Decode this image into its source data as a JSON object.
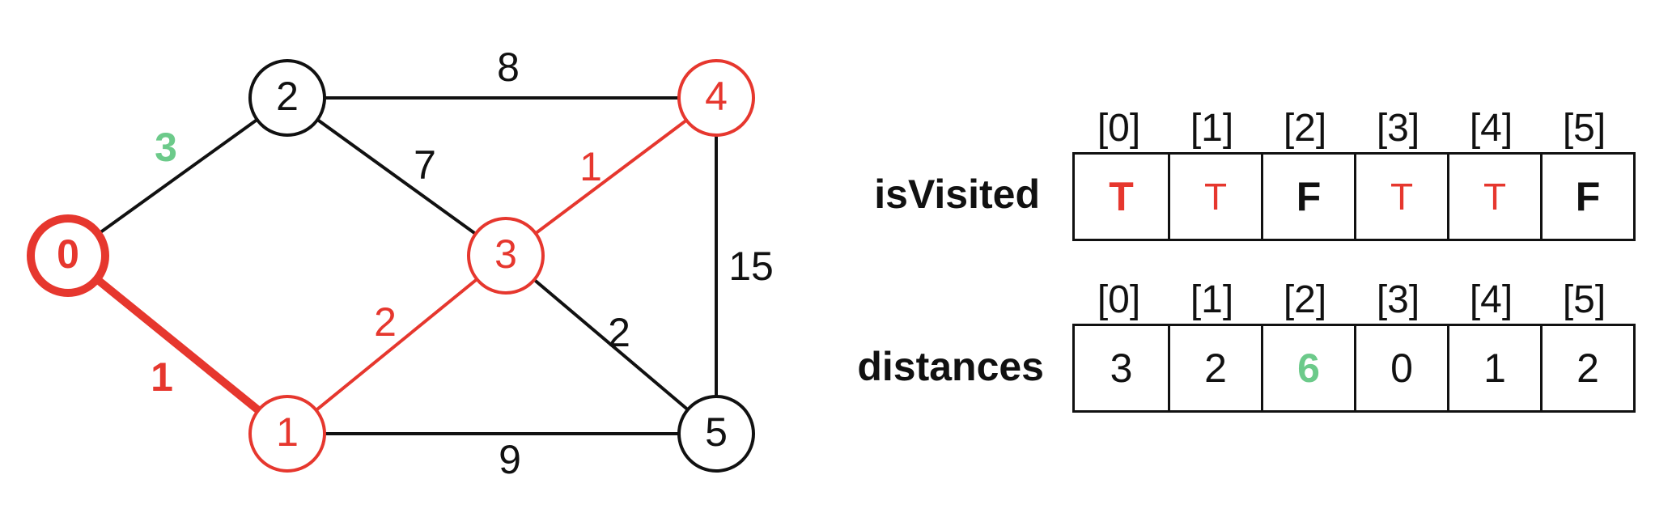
{
  "colors": {
    "visited": "#e6372e",
    "highlight": "#6cca8a",
    "default": "#111111"
  },
  "graph": {
    "nodes": [
      {
        "id": "0",
        "state": "source"
      },
      {
        "id": "1",
        "state": "visited"
      },
      {
        "id": "2",
        "state": "default"
      },
      {
        "id": "3",
        "state": "visited"
      },
      {
        "id": "4",
        "state": "visited"
      },
      {
        "id": "5",
        "state": "default"
      }
    ],
    "edges": [
      {
        "from": "0",
        "to": "2",
        "weight": "3",
        "state": "highlight"
      },
      {
        "from": "0",
        "to": "1",
        "weight": "1",
        "state": "tree-bold"
      },
      {
        "from": "2",
        "to": "4",
        "weight": "8",
        "state": "default"
      },
      {
        "from": "2",
        "to": "3",
        "weight": "7",
        "state": "default"
      },
      {
        "from": "3",
        "to": "4",
        "weight": "1",
        "state": "tree"
      },
      {
        "from": "1",
        "to": "3",
        "weight": "2",
        "state": "tree"
      },
      {
        "from": "3",
        "to": "5",
        "weight": "2",
        "state": "default"
      },
      {
        "from": "1",
        "to": "5",
        "weight": "9",
        "state": "default"
      },
      {
        "from": "4",
        "to": "5",
        "weight": "15",
        "state": "default"
      }
    ]
  },
  "isVisited": {
    "label": "isVisited",
    "indices": [
      "[0]",
      "[1]",
      "[2]",
      "[3]",
      "[4]",
      "[5]"
    ],
    "cells": [
      {
        "value": "T",
        "style": "visited-bold"
      },
      {
        "value": "T",
        "style": "visited-light"
      },
      {
        "value": "F",
        "style": "default"
      },
      {
        "value": "T",
        "style": "visited-light"
      },
      {
        "value": "T",
        "style": "visited-light"
      },
      {
        "value": "F",
        "style": "default"
      }
    ]
  },
  "distances": {
    "label": "distances",
    "indices": [
      "[0]",
      "[1]",
      "[2]",
      "[3]",
      "[4]",
      "[5]"
    ],
    "cells": [
      {
        "value": "3",
        "style": "default"
      },
      {
        "value": "2",
        "style": "default"
      },
      {
        "value": "6",
        "style": "highlight"
      },
      {
        "value": "0",
        "style": "default"
      },
      {
        "value": "1",
        "style": "default"
      },
      {
        "value": "2",
        "style": "default"
      }
    ]
  }
}
